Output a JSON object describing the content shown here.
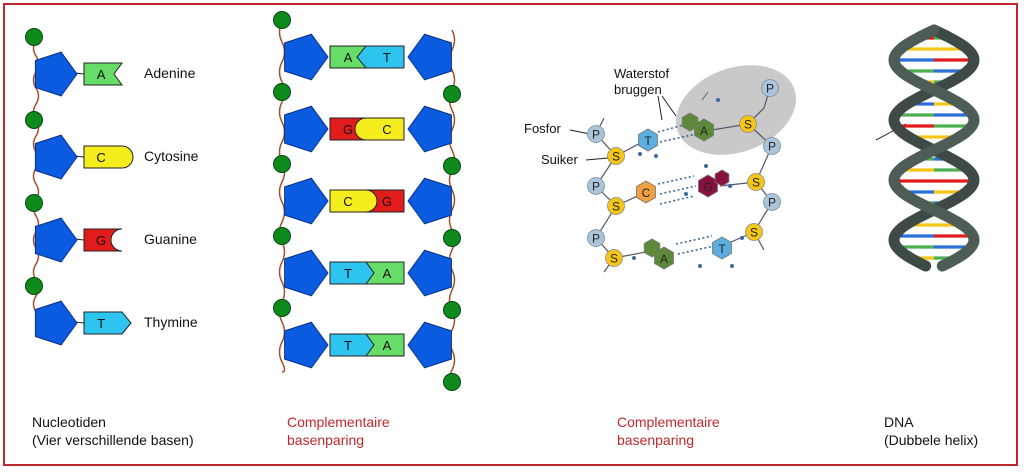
{
  "panels": {
    "nucleotides": {
      "items": [
        {
          "letter": "A",
          "name": "Adenine",
          "color": "#66dd66"
        },
        {
          "letter": "C",
          "name": "Cytosine",
          "color": "#f5ec1e"
        },
        {
          "letter": "G",
          "name": "Guanine",
          "color": "#e21c1c"
        },
        {
          "letter": "T",
          "name": "Thymine",
          "color": "#2ec4f0"
        }
      ],
      "caption_line1": "Nucleotiden",
      "caption_line2": "(Vier verschillende basen)"
    },
    "pairing_ladder": {
      "pairs": [
        {
          "left": "A",
          "right": "T"
        },
        {
          "left": "G",
          "right": "C"
        },
        {
          "left": "C",
          "right": "G"
        },
        {
          "left": "T",
          "right": "A"
        },
        {
          "left": "T",
          "right": "A"
        }
      ],
      "caption_line1": "Complementaire",
      "caption_line2": "basenparing"
    },
    "molecular": {
      "label_hydrogen_bonds_1": "Waterstof",
      "label_hydrogen_bonds_2": "bruggen",
      "label_phosphate": "Fosfor",
      "label_sugar": "Suiker",
      "phosphate_letter": "P",
      "sugar_letter": "S",
      "caption_line1": "Complementaire",
      "caption_line2": "basenparing"
    },
    "helix": {
      "caption_line1": "DNA",
      "caption_line2": "(Dubbele helix)"
    }
  },
  "colors": {
    "frame": "#c0282d",
    "pentagon": "#0a5be0",
    "phosphate_ball": "#0e8a1c",
    "backbone": "#a0522d",
    "sugar_node": "#f5c518",
    "phosphate_node": "#aac4dc",
    "helix_strand": "#3d4a45",
    "shade": "#c9c9c9"
  }
}
